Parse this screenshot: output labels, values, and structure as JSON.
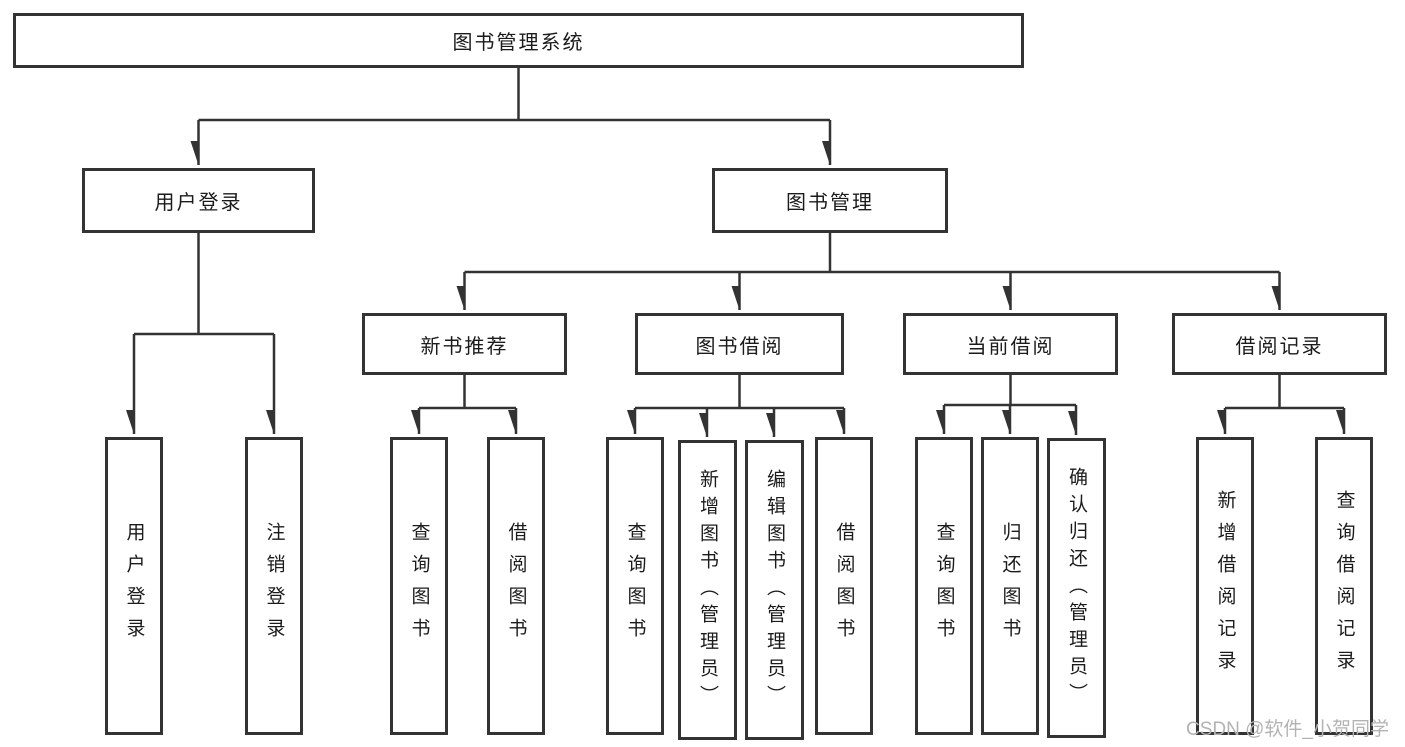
{
  "tree": {
    "label": "图书管理系统",
    "children": [
      {
        "label": "用户登录",
        "children": [
          {
            "label": "用户登录"
          },
          {
            "label": "注销登录"
          }
        ]
      },
      {
        "label": "图书管理",
        "children": [
          {
            "label": "新书推荐",
            "children": [
              {
                "label": "查询图书"
              },
              {
                "label": "借阅图书"
              }
            ]
          },
          {
            "label": "图书借阅",
            "children": [
              {
                "label": "查询图书"
              },
              {
                "label": "新增图书（管理员）"
              },
              {
                "label": "编辑图书（管理员）"
              },
              {
                "label": "借阅图书"
              }
            ]
          },
          {
            "label": "当前借阅",
            "children": [
              {
                "label": "查询图书"
              },
              {
                "label": "归还图书"
              },
              {
                "label": "确认归还（管理员）"
              }
            ]
          },
          {
            "label": "借阅记录",
            "children": [
              {
                "label": "新增借阅记录"
              },
              {
                "label": "查询借阅记录"
              }
            ]
          }
        ]
      }
    ]
  },
  "watermark": "CSDN @软件_小贺同学",
  "colors": {
    "line": "#333333",
    "border": "#333333",
    "text": "#1b1b1b",
    "background": "#ffffff",
    "watermark": "#b3b3b3"
  }
}
